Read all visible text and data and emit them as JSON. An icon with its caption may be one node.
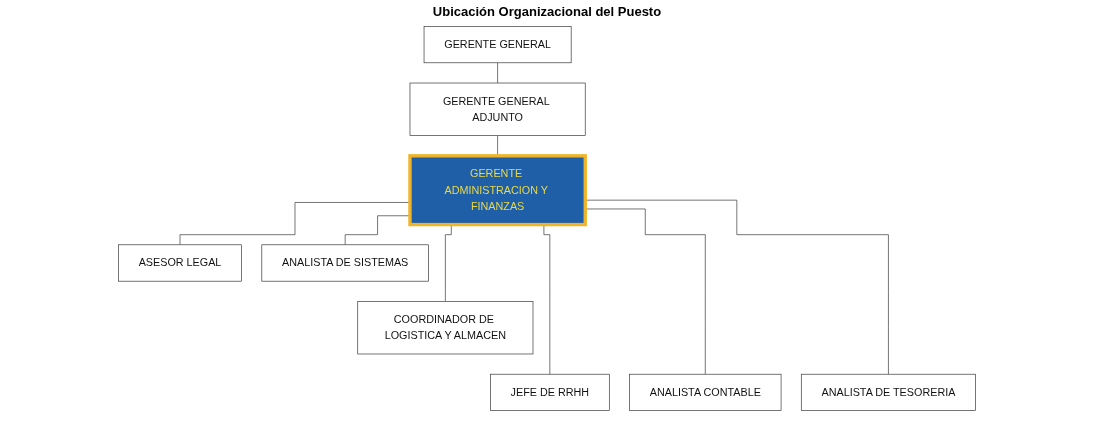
{
  "diagram": {
    "title": "Ubicación Organizacional del Puesto",
    "nodes": [
      {
        "text": [
          "GERENTE GENERAL"
        ]
      },
      {
        "text": [
          "GERENTE GENERAL ADJUNTO"
        ]
      },
      {
        "text": [
          "GERENTE ADMINISTRACION Y FINANZAS"
        ]
      },
      {
        "text": [
          "ASESOR LEGAL"
        ]
      },
      {
        "text": [
          "ANALISTA DE SISTEMAS"
        ]
      },
      {
        "text": [
          "COORDINADOR DE LOGISTICA Y ALMACEN"
        ]
      },
      {
        "text": [
          "JEFE DE RRHH"
        ]
      },
      {
        "text": [
          "ANALISTA CONTABLE"
        ]
      },
      {
        "text": [
          "ANALISTA DE TESORERIA"
        ]
      }
    ],
    "edges": [
      {
        "from": 0,
        "to": 1,
        "arrow": "none"
      },
      {
        "from": 1,
        "to": 2,
        "arrow": "none"
      },
      {
        "from": 2,
        "to": 3,
        "arrow": "none"
      },
      {
        "from": 2,
        "to": 4,
        "arrow": "none"
      },
      {
        "from": 2,
        "to": 5,
        "arrow": "none"
      },
      {
        "from": 2,
        "to": 6,
        "arrow": "none"
      },
      {
        "from": 2,
        "to": 7,
        "arrow": "none"
      },
      {
        "from": 2,
        "to": 8,
        "arrow": "none"
      }
    ]
  }
}
